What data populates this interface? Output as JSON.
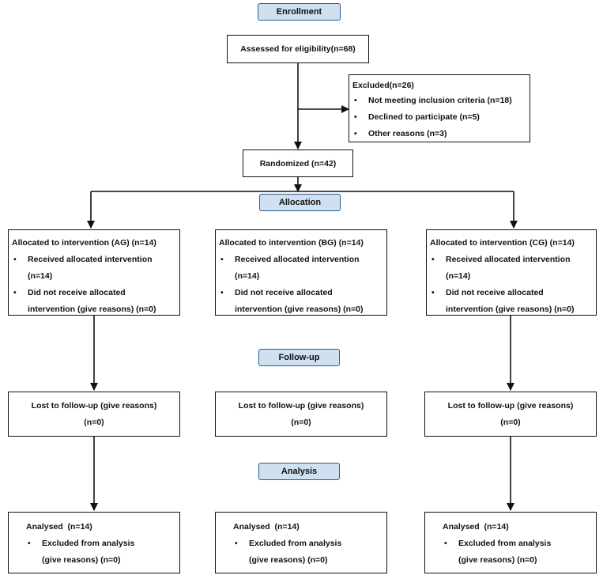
{
  "stages": {
    "enrollment": "Enrollment",
    "allocation": "Allocation",
    "follow_up": "Follow-up",
    "analysis": "Analysis"
  },
  "assessed": "Assessed for eligibility(n=68)",
  "excluded": {
    "title": "Excluded(n=26)",
    "items": [
      "Not meeting inclusion criteria (n=18)",
      "Declined to participate (n=5)",
      "Other reasons (n=3)"
    ]
  },
  "randomized": "Randomized (n=42)",
  "groups": [
    {
      "allocation_title": "Allocated to intervention (AG) (n=14)",
      "received": [
        "Received allocated intervention",
        "(n=14)"
      ],
      "not_received": [
        "Did not receive allocated",
        "intervention (give reasons) (n=0)"
      ],
      "lost": [
        "Lost to follow-up (give reasons)",
        "(n=0)"
      ],
      "analysed": "Analysed  (n=14)",
      "excluded_analysis": [
        "Excluded from analysis",
        "(give reasons) (n=0)"
      ]
    },
    {
      "allocation_title": "Allocated to intervention (BG) (n=14)",
      "received": [
        "Received allocated intervention",
        "(n=14)"
      ],
      "not_received": [
        "Did not receive allocated",
        "intervention (give reasons) (n=0)"
      ],
      "lost": [
        "Lost to follow-up (give reasons)",
        "(n=0)"
      ],
      "analysed": "Analysed  (n=14)",
      "excluded_analysis": [
        "Excluded from analysis",
        "(give reasons) (n=0)"
      ]
    },
    {
      "allocation_title": "Allocated to intervention (CG) (n=14)",
      "received": [
        "Received allocated intervention",
        "(n=14)"
      ],
      "not_received": [
        "Did not receive allocated",
        "intervention (give reasons) (n=0)"
      ],
      "lost": [
        "Lost to follow-up (give reasons)",
        "(n=0)"
      ],
      "analysed": "Analysed  (n=14)",
      "excluded_analysis": [
        "Excluded from analysis",
        "(give reasons) (n=0)"
      ]
    }
  ]
}
